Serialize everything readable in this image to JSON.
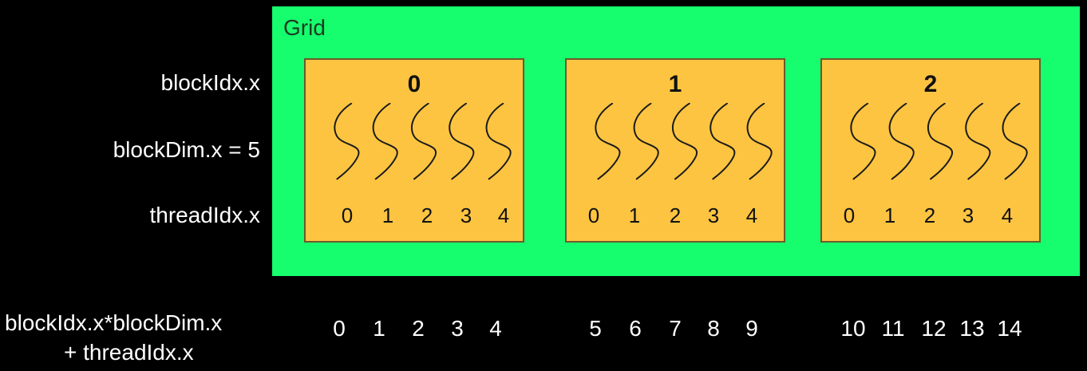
{
  "labels": {
    "block_idx": "blockIdx.x",
    "block_dim": "blockDim.x = 5",
    "thread_idx": "threadIdx.x",
    "formula_line1": "blockIdx.x*blockDim.x",
    "formula_line2": "+ threadIdx.x"
  },
  "grid": {
    "title": "Grid",
    "color": "#16fd6d"
  },
  "block_color": "#fdc441",
  "blocks": [
    {
      "index": "0",
      "threads": [
        "0",
        "1",
        "2",
        "3",
        "4"
      ],
      "global": [
        "0",
        "1",
        "2",
        "3",
        "4"
      ]
    },
    {
      "index": "1",
      "threads": [
        "0",
        "1",
        "2",
        "3",
        "4"
      ],
      "global": [
        "5",
        "6",
        "7",
        "8",
        "9"
      ]
    },
    {
      "index": "2",
      "threads": [
        "0",
        "1",
        "2",
        "3",
        "4"
      ],
      "global": [
        "10",
        "11",
        "12",
        "13",
        "14"
      ]
    }
  ]
}
